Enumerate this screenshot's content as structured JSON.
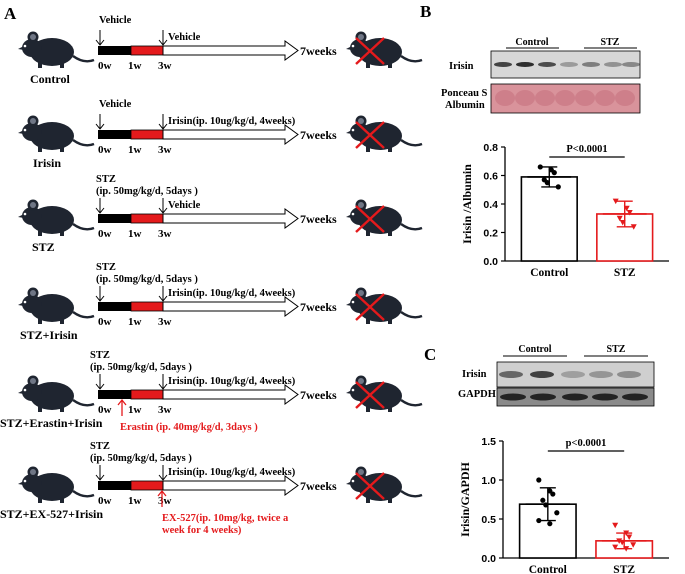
{
  "panels": {
    "A": {
      "label": "A",
      "groups": [
        {
          "name": "Control",
          "top_labels": [
            "Vehicle"
          ],
          "treatment": "Vehicle",
          "end": "7weeks",
          "ticks": [
            "0w",
            "1w",
            "3w"
          ],
          "red_note": []
        },
        {
          "name": "Irisin",
          "top_labels": [
            "Vehicle"
          ],
          "treatment": "Irisin(ip. 10ug/kg/d, 4weeks)",
          "end": "7weeks",
          "ticks": [
            "0w",
            "1w",
            "3w"
          ],
          "red_note": []
        },
        {
          "name": "STZ",
          "top_labels": [
            "STZ",
            "(ip. 50mg/kg/d, 5days )"
          ],
          "treatment": "Vehicle",
          "end": "7weeks",
          "ticks": [
            "0w",
            "1w",
            "3w"
          ],
          "red_note": []
        },
        {
          "name": "STZ+Irisin",
          "top_labels": [
            "STZ",
            "(ip. 50mg/kg/d, 5days )"
          ],
          "treatment": "Irisin(ip. 10ug/kg/d, 4weeks)",
          "end": "7weeks",
          "ticks": [
            "0w",
            "1w",
            "3w"
          ],
          "red_note": []
        },
        {
          "name": "STZ+Erastin+Irisin",
          "top_labels": [
            "STZ",
            "(ip. 50mg/kg/d, 5days )"
          ],
          "treatment": "Irisin(ip. 10ug/kg/d, 4weeks)",
          "end": "7weeks",
          "ticks": [
            "0w",
            "1w",
            "3w"
          ],
          "red_note": [
            "Erastin (ip. 40mg/kg/d, 3days )"
          ]
        },
        {
          "name": "STZ+EX-527+Irisin",
          "top_labels": [
            "STZ",
            "(ip. 50mg/kg/d, 5days )"
          ],
          "treatment": "Irisin(ip. 10ug/kg/d, 4weeks)",
          "end": "7weeks",
          "ticks": [
            "0w",
            "1w",
            "3w"
          ],
          "red_note": [
            "EX-527(ip. 10mg/kg,   twice a",
            "week for 4 weeks)"
          ]
        }
      ]
    },
    "B": {
      "label": "B",
      "blot_groups": [
        "Control",
        "STZ"
      ],
      "blot_rows": [
        "Irisin",
        "Ponceau S",
        "Albumin"
      ]
    },
    "C": {
      "label": "C",
      "blot_groups": [
        "Control",
        "STZ"
      ],
      "blot_rows": [
        "Irisin",
        "GAPDH"
      ]
    }
  },
  "chart_data": [
    {
      "type": "bar",
      "panel": "B",
      "categories": [
        "Control",
        "STZ"
      ],
      "values": [
        0.59,
        0.33
      ],
      "errors": [
        0.07,
        0.09
      ],
      "points": [
        [
          0.66,
          0.64,
          0.62,
          0.57,
          0.55,
          0.52
        ],
        [
          0.42,
          0.37,
          0.34,
          0.3,
          0.27,
          0.24
        ]
      ],
      "colors": [
        "#000000",
        "#e41a1c"
      ],
      "ylabel": "Irisin /Albumin",
      "ylim": [
        0,
        0.8
      ],
      "yticks": [
        "0.0",
        "0.2",
        "0.4",
        "0.6",
        "0.8"
      ],
      "pvalue": "P<0.0001"
    },
    {
      "type": "bar",
      "panel": "C",
      "categories": [
        "Control",
        "STZ"
      ],
      "values": [
        0.69,
        0.22
      ],
      "errors": [
        0.21,
        0.1
      ],
      "points": [
        [
          1.0,
          0.86,
          0.82,
          0.74,
          0.68,
          0.58,
          0.48,
          0.44
        ],
        [
          0.42,
          0.32,
          0.27,
          0.22,
          0.2,
          0.17,
          0.14,
          0.12
        ]
      ],
      "colors": [
        "#000000",
        "#e41a1c"
      ],
      "ylabel": "Irisin/GAPDH",
      "ylim": [
        0,
        1.5
      ],
      "yticks": [
        "0.0",
        "0.5",
        "1.0",
        "1.5"
      ],
      "pvalue": "p<0.0001"
    }
  ]
}
